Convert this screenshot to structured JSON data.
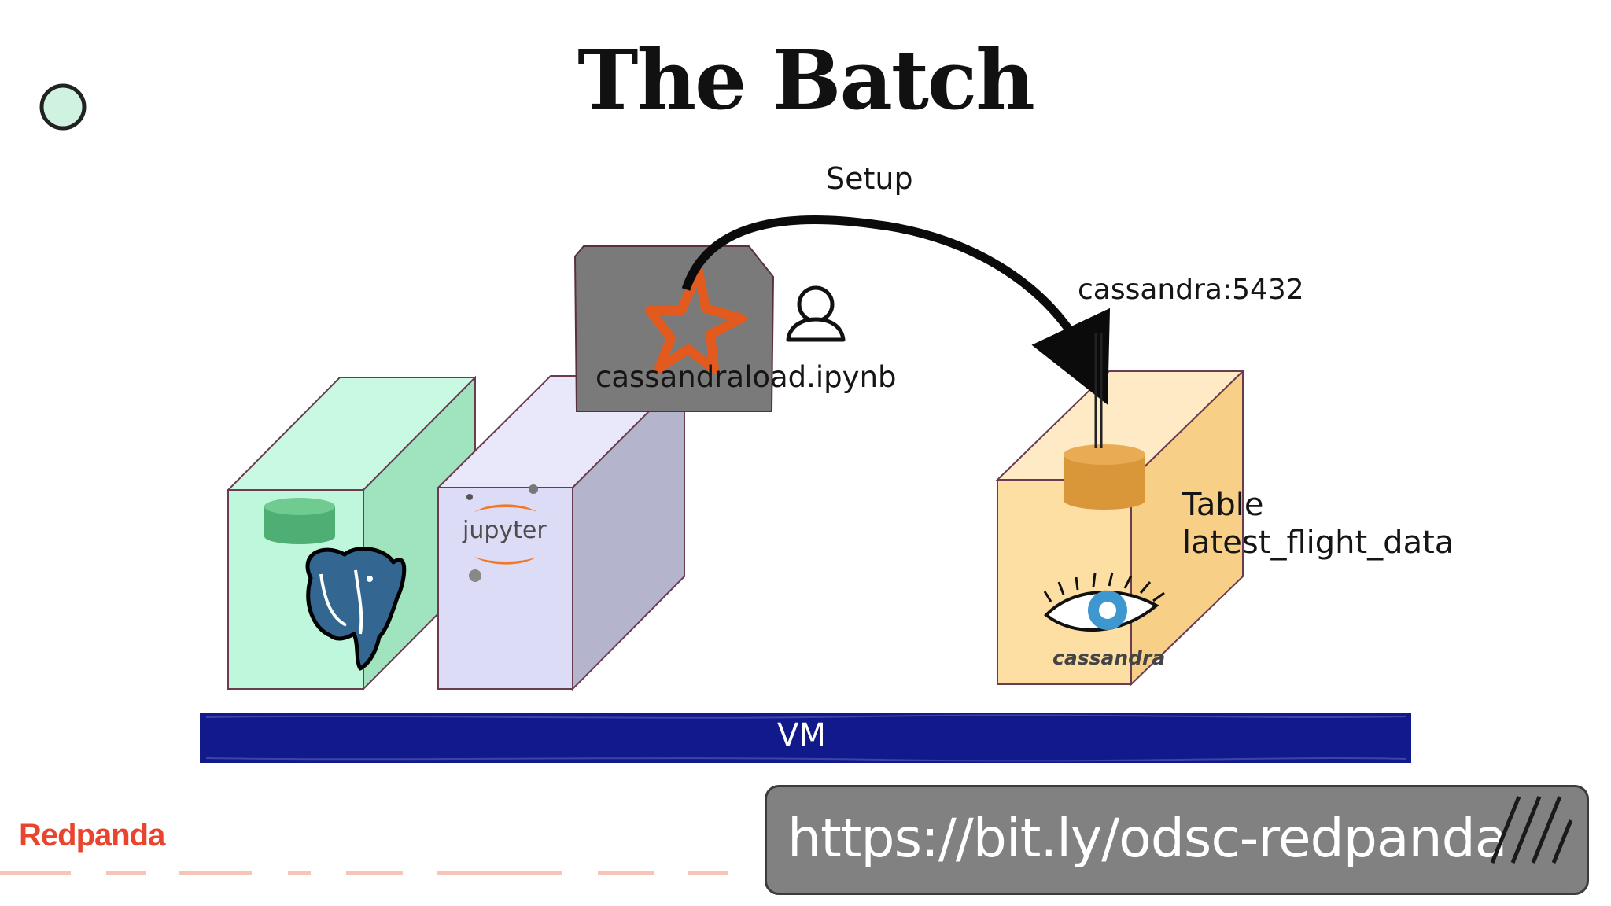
{
  "slide": {
    "title": "The Batch",
    "arrow_label": "Setup",
    "endpoint_label": "cassandra:5432",
    "notebook_label": "cassandraload.ipynb",
    "table_label_line1": "Table",
    "table_label_line2": "latest_flight_data",
    "jupyter_logo_text": "jupyter",
    "cassandra_logo_text": "cassandra",
    "vm_label": "VM",
    "brand": "Redpanda",
    "url": "https://bit.ly/odsc-redpanda"
  },
  "colors": {
    "postgres_box_front": "#bff7dc",
    "postgres_box_side": "#9fe3bf",
    "jupyter_box_front": "#dcdcf6",
    "jupyter_box_side": "#b4b4cc",
    "cassandra_box_front": "#fddfa4",
    "cassandra_box_side": "#f7cf86",
    "notebook_card": "#7a7a7a",
    "vm_bar": "#12198a",
    "brand": "#e8442e",
    "spark_orange": "#e35a1f",
    "jupyter_orange": "#f37726",
    "postgres_blue": "#336791",
    "marker_circle": "#cff3e0"
  },
  "icons": [
    "status-circle-icon",
    "postgres-elephant-icon",
    "jupyter-logo-icon",
    "spark-star-icon",
    "user-icon",
    "cassandra-eye-icon",
    "database-cylinder-icon"
  ]
}
